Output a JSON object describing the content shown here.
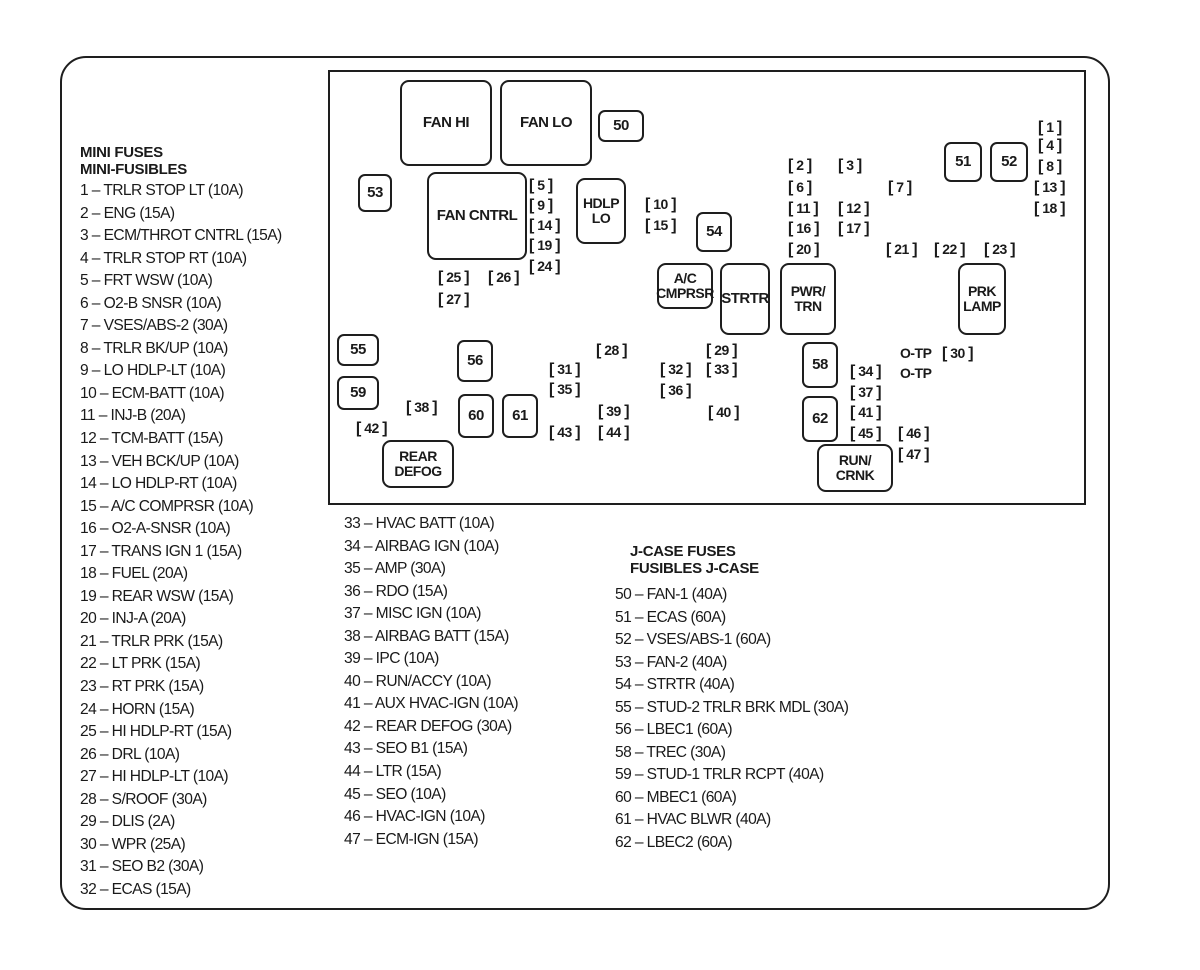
{
  "mini_heading": {
    "line1": "MINI FUSES",
    "line2": "MINI-FUSIBLES"
  },
  "jcase_heading": {
    "line1": "J-CASE FUSES",
    "line2": "FUSIBLES J-CASE"
  },
  "mini_list_left": [
    "1 – TRLR STOP LT (10A)",
    "2 – ENG (15A)",
    "3 – ECM/THROT CNTRL  (15A)",
    "4 – TRLR STOP RT (10A)",
    "5 – FRT WSW (10A)",
    "6 – O2-B SNSR (10A)",
    "7 – VSES/ABS-2 (30A)",
    "8 – TRLR BK/UP (10A)",
    "9 – LO HDLP-LT (10A)",
    "10 – ECM-BATT (10A)",
    "11 – INJ-B (20A)",
    "12 – TCM-BATT (15A)",
    "13 – VEH BCK/UP (10A)",
    "14 – LO HDLP-RT (10A)",
    "15 – A/C COMPRSR  (10A)",
    "16 – O2-A-SNSR (10A)",
    "17 – TRANS IGN 1 (15A)",
    "18 – FUEL (20A)",
    "19 – REAR WSW (15A)",
    "20 – INJ-A (20A)",
    "21 – TRLR PRK (15A)",
    "22 – LT PRK (15A)",
    "23 – RT PRK (15A)",
    "24 – HORN (15A)",
    "25 – HI HDLP-RT (15A)",
    "26 – DRL (10A)",
    "27 – HI HDLP-LT (10A)",
    "28 – S/ROOF (30A)",
    "29 – DLIS (2A)",
    "30 – WPR (25A)",
    "31 – SEO B2 (30A)",
    "32 – ECAS (15A)"
  ],
  "mini_list_right": [
    "33 – HVAC BATT (10A)",
    "34 – AIRBAG IGN (10A)",
    "35 – AMP (30A)",
    "36 – RDO (15A)",
    "37 – MISC IGN (10A)",
    "38 – AIRBAG BATT (15A)",
    "39 – IPC (10A)",
    "40 – RUN/ACCY (10A)",
    "41 – AUX HVAC-IGN (10A)",
    "42 – REAR DEFOG (30A)",
    "43 – SEO B1 (15A)",
    "44 – LTR (15A)",
    "45 – SEO (10A)",
    "46 – HVAC-IGN (10A)",
    "47 – ECM-IGN (15A)"
  ],
  "jcase_list": [
    "50 – FAN-1 (40A)",
    "51 – ECAS (60A)",
    "52 – VSES/ABS-1 (60A)",
    "53 – FAN-2 (40A)",
    "54 – STRTR (40A)",
    "55 – STUD-2 TRLR BRK MDL (30A)",
    "56 – LBEC1 (60A)",
    "58 – TREC (30A)",
    "59 – STUD-1 TRLR RCPT (40A)",
    "60 – MBEC1 (60A)",
    "61 – HVAC BLWR (40A)",
    "62 – LBEC2 (60A)"
  ],
  "relays": [
    {
      "id": "fan-hi",
      "label": "FAN HI"
    },
    {
      "id": "fan-lo",
      "label": "FAN LO"
    },
    {
      "id": "fan-cntrl",
      "label": "FAN CNTRL"
    },
    {
      "id": "hdlp-lo",
      "label": "HDLP\nLO"
    },
    {
      "id": "ac-cmprsr",
      "label": "A/C\nCMPRSR"
    },
    {
      "id": "strtr",
      "label": "STRTR"
    },
    {
      "id": "pwr-trn",
      "label": "PWR/\nTRN"
    },
    {
      "id": "prk-lamp",
      "label": "PRK\nLAMP"
    },
    {
      "id": "rear-defog",
      "label": "REAR\nDEFOG"
    },
    {
      "id": "run-crnk",
      "label": "RUN/\nCRNK"
    }
  ],
  "jcase_boxes": [
    "50",
    "51",
    "52",
    "53",
    "54",
    "55",
    "56",
    "58",
    "59",
    "60",
    "61",
    "62"
  ],
  "mini_slots": [
    "1",
    "2",
    "3",
    "4",
    "5",
    "6",
    "7",
    "8",
    "9",
    "10",
    "11",
    "12",
    "13",
    "14",
    "15",
    "16",
    "17",
    "18",
    "19",
    "20",
    "21",
    "22",
    "23",
    "24",
    "25",
    "26",
    "27",
    "28",
    "29",
    "30",
    "31",
    "32",
    "33",
    "34",
    "35",
    "36",
    "37",
    "38",
    "39",
    "40",
    "41",
    "42",
    "43",
    "44",
    "45",
    "46",
    "47"
  ],
  "test_points": [
    "O-TP",
    "O-TP"
  ]
}
